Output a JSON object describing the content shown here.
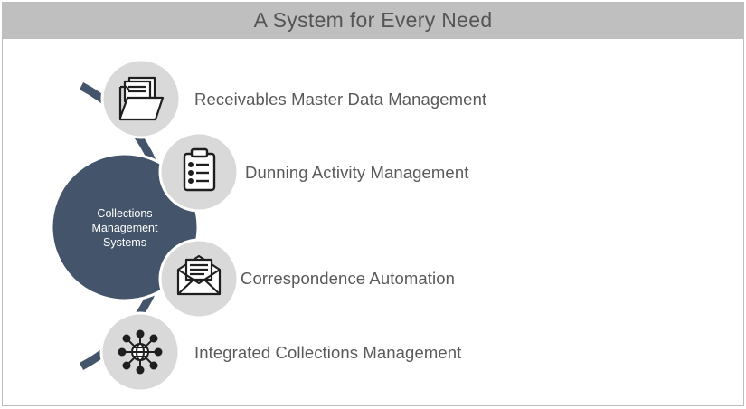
{
  "title": "A System for Every Need",
  "hub": {
    "line1": "Collections",
    "line2": "Management",
    "line3": "Systems"
  },
  "items": [
    {
      "label": "Receivables Master Data Management",
      "icon": "folder-documents-icon"
    },
    {
      "label": "Dunning Activity Management",
      "icon": "clipboard-checklist-icon"
    },
    {
      "label": "Correspondence Automation",
      "icon": "envelope-letter-icon"
    },
    {
      "label": "Integrated Collections Management",
      "icon": "globe-network-icon"
    }
  ],
  "colors": {
    "title_bg": "#bfbfbf",
    "title_text": "#555555",
    "hub_fill": "#44546a",
    "node_fill": "#d9d9d9",
    "arc": "#44546a",
    "label_text": "#595959"
  }
}
